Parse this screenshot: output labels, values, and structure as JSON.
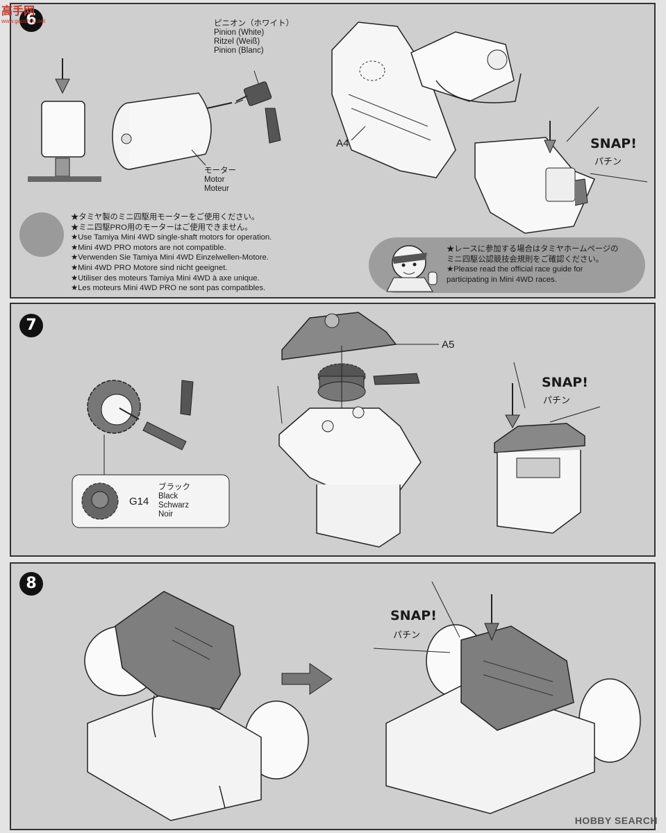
{
  "step6": {
    "number": "6",
    "pinion_label": [
      "ピニオン（ホワイト）",
      "Pinion (White)",
      "Ritzel (Weiß)",
      "Pinion (Blanc)"
    ],
    "motor_label": [
      "モーター",
      "Motor",
      "Moteur"
    ],
    "part_a4": "A4",
    "snap": "SNAP!",
    "snap_jp": "パチン",
    "notes": [
      "★タミヤ製のミニ四駆用モーターをご使用ください。",
      "★ミニ四駆PRO用のモーターはご使用できません。",
      "★Use Tamiya Mini 4WD single-shaft motors for operation.",
      "★Mini 4WD PRO motors are not compatible.",
      "★Verwenden Sie Tamiya Mini 4WD Einzelwellen-Motore.",
      "★Mini 4WD PRO Motore sind nicht geeignet.",
      "★Utiliser des moteurs Tamiya Mini 4WD à axe unique.",
      "★Les moteurs Mini 4WD PRO ne sont pas compatibles."
    ],
    "race_notes": [
      "★レースに参加する場合はタミヤホームページの",
      "ミニ四駆公認競技会規則をご確認ください。",
      "★Please read the official race guide for",
      "participating in Mini 4WD races."
    ]
  },
  "step7": {
    "number": "7",
    "part_a5": "A5",
    "part_g14": "G14",
    "color_label": [
      "ブラック",
      "Black",
      "Schwarz",
      "Noir"
    ],
    "snap": "SNAP!",
    "snap_jp": "パチン"
  },
  "step8": {
    "number": "8",
    "snap": "SNAP!",
    "snap_jp": "パチン"
  },
  "watermarks": {
    "top": "高手网",
    "top_sub": "www.gaoshou.net",
    "bottom": "HOBBY SEARCH"
  },
  "colors": {
    "panel_bg": "#cfcfcf",
    "part_gray": "#7d7d7d",
    "line": "#222222"
  }
}
